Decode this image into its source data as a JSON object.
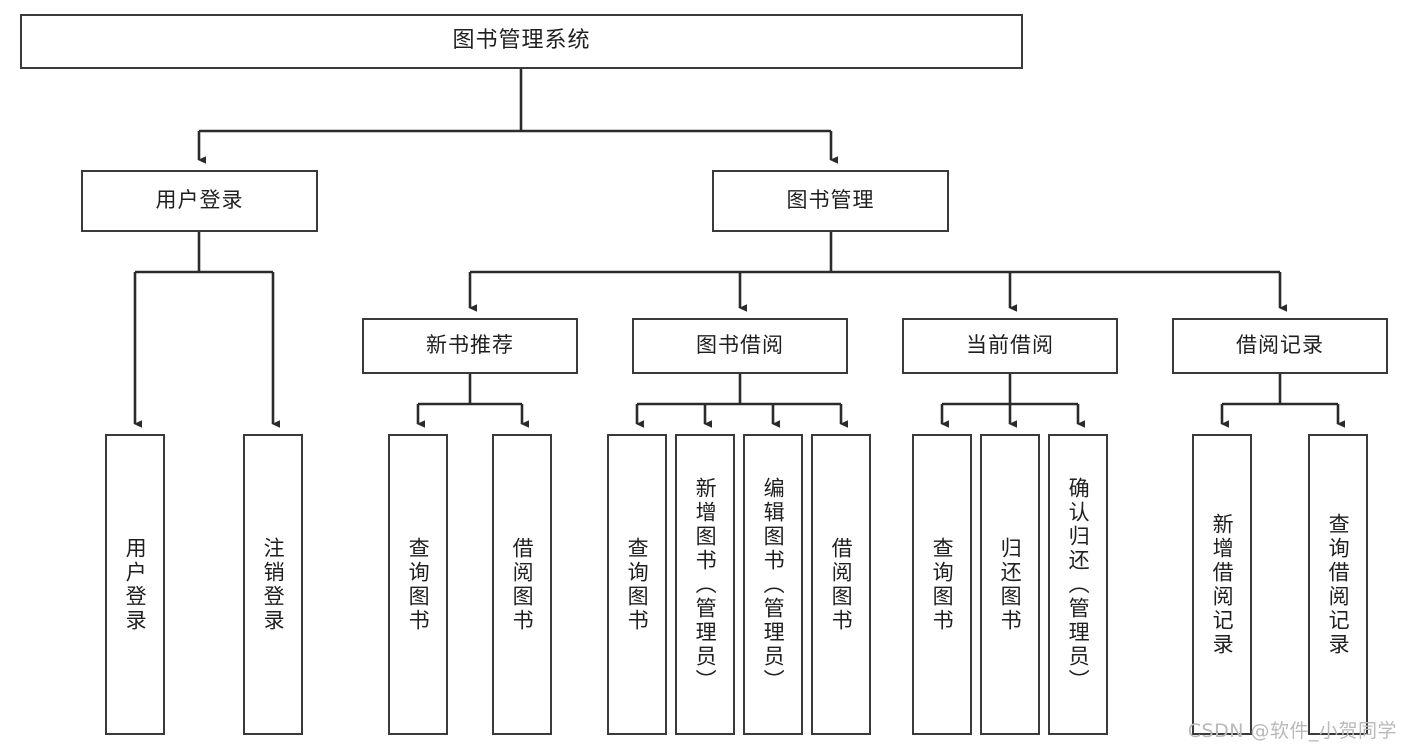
{
  "diagram": {
    "type": "tree",
    "title": "图书管理系统",
    "watermark": "CSDN @软件_小贺同学",
    "colors": {
      "box_border": "#3a3a3a",
      "box_fill": "#ffffff",
      "connector": "#2b2b2b",
      "text": "#1f1f1f",
      "watermark": "#b9b9b9",
      "background": "#ffffff"
    },
    "nodes": {
      "root": {
        "label": "图书管理系统"
      },
      "level2": [
        {
          "id": "user_login",
          "label": "用户登录"
        },
        {
          "id": "book_manage",
          "label": "图书管理"
        }
      ],
      "level3": [
        {
          "id": "new_book_rec",
          "label": "新书推荐"
        },
        {
          "id": "book_borrow",
          "label": "图书借阅"
        },
        {
          "id": "current_borrow",
          "label": "当前借阅"
        },
        {
          "id": "borrow_record",
          "label": "借阅记录"
        }
      ],
      "leaves": {
        "user_login": [
          {
            "id": "leaf_user_login",
            "label": "用户登录"
          },
          {
            "id": "leaf_user_logout",
            "label": "注销登录"
          }
        ],
        "new_book_rec": [
          {
            "id": "leaf_query_book_1",
            "label": "查询图书"
          },
          {
            "id": "leaf_borrow_book_1",
            "label": "借阅图书"
          }
        ],
        "book_borrow": [
          {
            "id": "leaf_query_book_2",
            "label": "查询图书"
          },
          {
            "id": "leaf_add_book",
            "label": "新增图书（管理员）"
          },
          {
            "id": "leaf_edit_book",
            "label": "编辑图书（管理员）"
          },
          {
            "id": "leaf_borrow_book_2",
            "label": "借阅图书"
          }
        ],
        "current_borrow": [
          {
            "id": "leaf_query_book_3",
            "label": "查询图书"
          },
          {
            "id": "leaf_return_book",
            "label": "归还图书"
          },
          {
            "id": "leaf_confirm_return",
            "label": "确认归还（管理员）"
          }
        ],
        "borrow_record": [
          {
            "id": "leaf_add_record",
            "label": "新增借阅记录"
          },
          {
            "id": "leaf_query_record",
            "label": "查询借阅记录"
          }
        ]
      }
    }
  }
}
